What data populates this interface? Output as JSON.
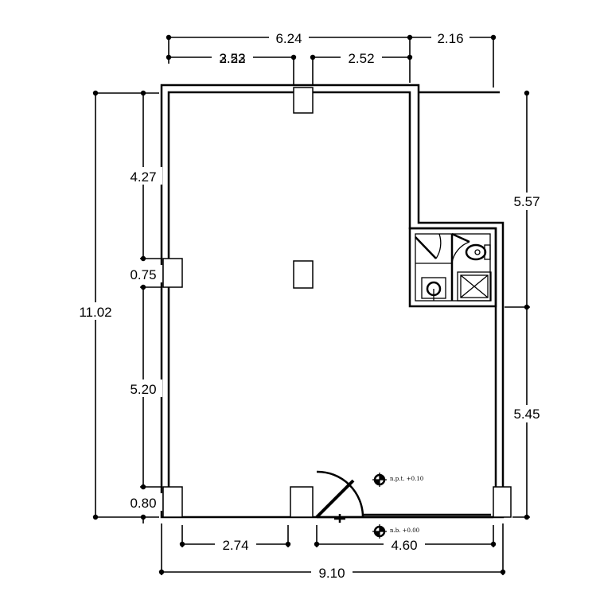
{
  "dimensions": {
    "top_total": "6.24",
    "top_right": "2.16",
    "top_left_seg": "3.23",
    "top_right_seg": "2.52",
    "left_total": "11.02",
    "left_seg_1": "4.27",
    "left_seg_2": "0.75",
    "left_seg_3": "5.20",
    "left_seg_4": "0.80",
    "right_upper": "5.57",
    "right_lower": "5.45",
    "bottom_left": "2.74",
    "bottom_right": "4.60",
    "bottom_total": "9.10"
  },
  "levels": {
    "finished_floor": "n.p.t. +0.10",
    "base_level": "n.b. +0.00"
  }
}
